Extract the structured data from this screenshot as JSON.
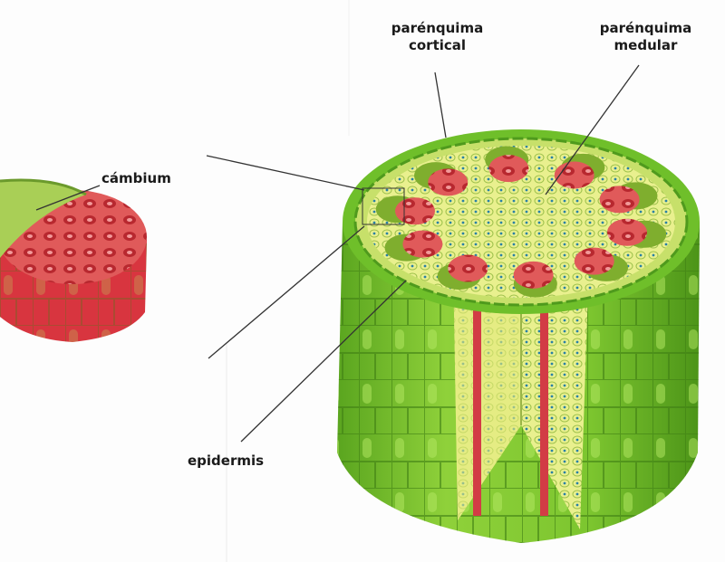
{
  "labels": {
    "cortical_line1": "parénquima",
    "cortical_line2": "cortical",
    "medular_line1": "parénquima",
    "medular_line2": "medular",
    "cambium": "cámbium",
    "epidermis": "epidermis"
  },
  "colors": {
    "epidermis": "#6fbf2a",
    "vascular": "#d9434a",
    "parenchyma": "#e8ef8a"
  }
}
